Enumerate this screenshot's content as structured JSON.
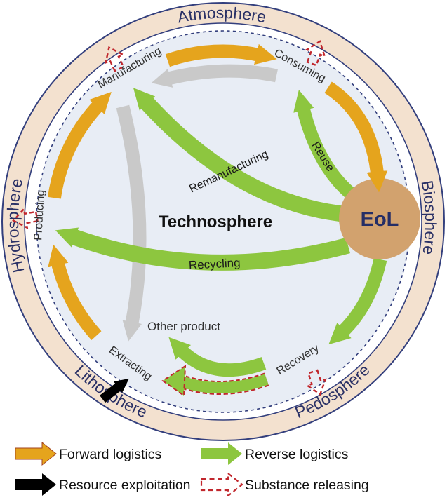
{
  "figure": {
    "spheres": {
      "atmosphere": "Atmosphere",
      "biosphere": "Biosphere",
      "pedosphere": "Pedosphere",
      "lithosphere": "Lithosphere",
      "hydrosphere": "Hydrosphere"
    },
    "center_label": "Technosphere",
    "nodes": {
      "manufacturing": "Manufacturing",
      "consuming": "Consuming",
      "producing": "Producing",
      "extracting": "Extracting",
      "recovery": "Recovery",
      "other_product": "Other product",
      "eol": "EoL"
    },
    "flows": {
      "reuse": "Reuse",
      "remanufacturing": "Remanufacturing",
      "recycling": "Recycling"
    },
    "colors": {
      "forward": "#e5a41d",
      "reverse": "#8dc63f",
      "resource": "#000000",
      "substance": "#c1272d",
      "ring_fill": "#f3e1cf",
      "ring_border": "#333f7d",
      "inner_fill": "#e8edf5",
      "eol_fill": "#d2a26e",
      "neutral_arrow": "#c9c9c9",
      "label_navy": "#252e66"
    }
  },
  "legend": {
    "forward": "Forward logistics",
    "reverse": "Reverse logistics",
    "resource": "Resource exploitation",
    "substance": "Substance releasing"
  }
}
